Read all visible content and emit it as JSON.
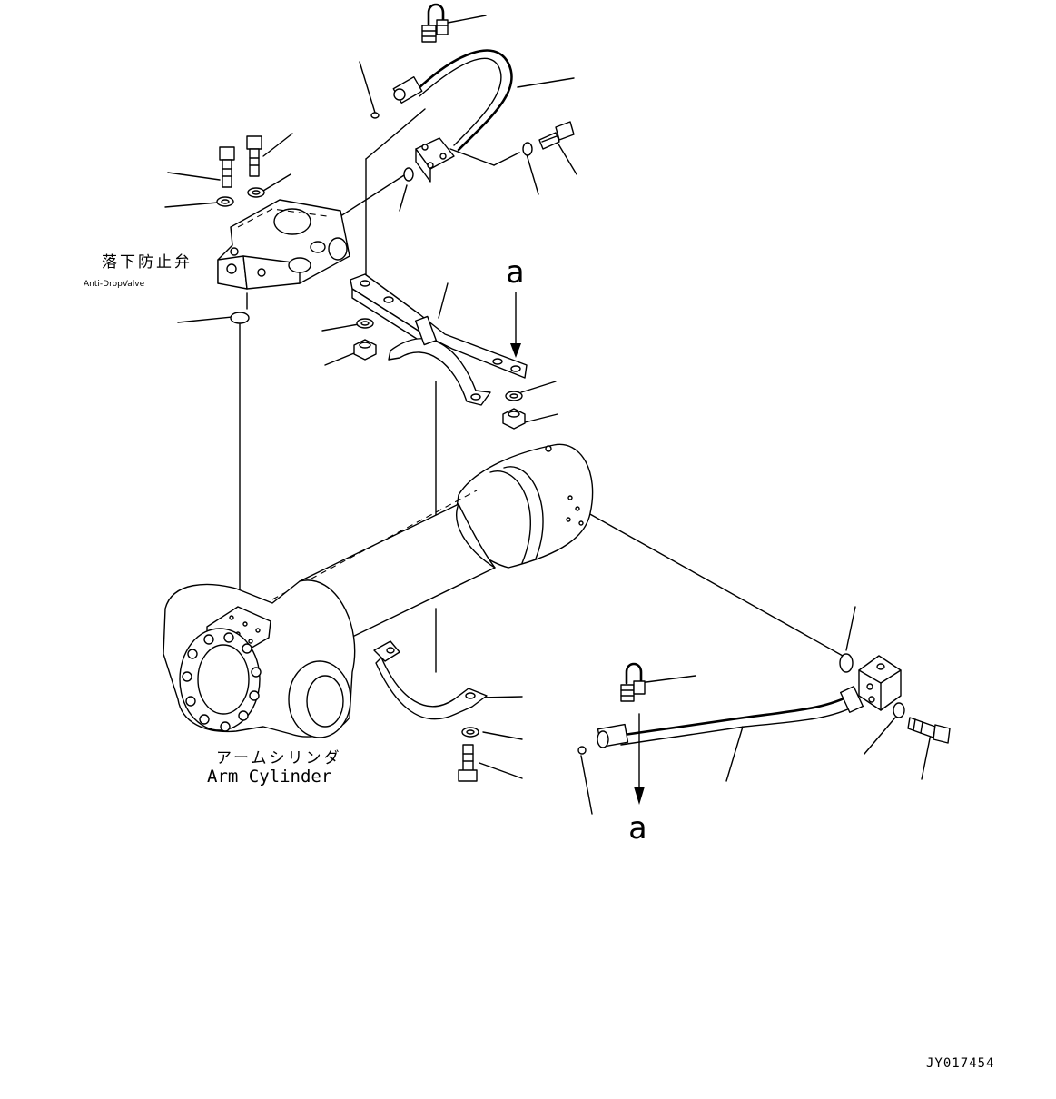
{
  "labels": {
    "anti_drop_valve_jp": "落下防止弁",
    "anti_drop_valve_en": "Anti-DropValve",
    "arm_cylinder_jp": "アームシリンダ",
    "arm_cylinder_en": "Arm Cylinder",
    "connector_top": "a",
    "connector_bottom": "a",
    "drawing_code": "JY017454"
  }
}
